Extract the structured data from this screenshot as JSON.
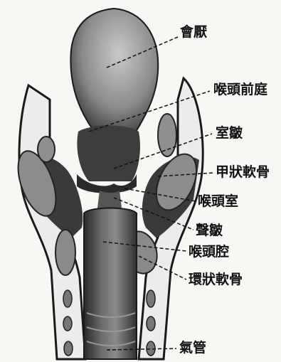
{
  "labels": {
    "epiglottis": "會厭",
    "laryngeal_vestibule": "喉頭前庭",
    "ventricular_fold": "室皺",
    "thyroid_cartilage": "甲狀軟骨",
    "laryngeal_ventricle": "喉頭室",
    "vocal_fold": "聲皺",
    "laryngeal_cavity": "喉頭腔",
    "cricoid_cartilage": "環狀軟骨",
    "trachea": "氣管"
  }
}
